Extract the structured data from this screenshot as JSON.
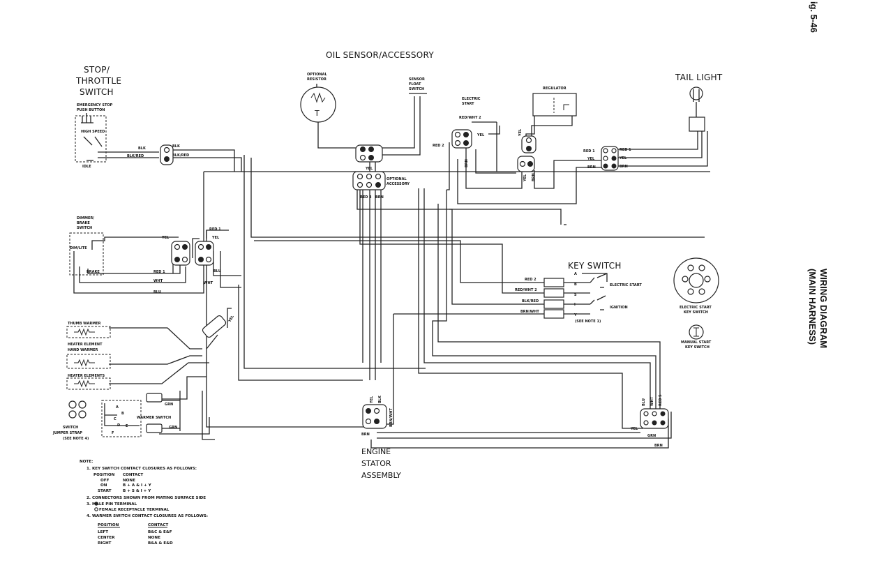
{
  "figure_label": "ig. 5-46",
  "title_line1": "WIRING DIAGRAM",
  "title_line2": "(MAIN HARNESS)",
  "components": {
    "stop_throttle": [
      "STOP/",
      "THROTTLE",
      "SWITCH"
    ],
    "emergency_stop": [
      "EMERGENCY STOP",
      "PUSH BUTTON"
    ],
    "high_speed": "HIGH SPEED",
    "idle": "IDLE",
    "oil_sensor": "OIL SENSOR/ACCESSORY",
    "optional_resistor": [
      "OPTIONAL",
      "RESISTOR"
    ],
    "sensor_float": [
      "SENSOR",
      "FLOAT",
      "SWITCH"
    ],
    "electric_start_top": [
      "ELECTRIC",
      "START"
    ],
    "regulator": "REGULATOR",
    "tail_light": "TAIL LIGHT",
    "optional_accessory": [
      "OPTIONAL",
      "ACCESSORY"
    ],
    "dimmer_brake": [
      "DIMMER/",
      "BRAKE",
      "SWITCH"
    ],
    "dimmer_pos": "DIM/LITE",
    "brake_pos": "BRAKE",
    "key_switch": "KEY SWITCH",
    "key_electric_start": "ELECTRIC START",
    "key_ignition": "IGNITION",
    "see_note_1": "(SEE NOTE 1)",
    "electric_start_key": [
      "ELECTRIC START",
      "KEY SWITCH"
    ],
    "manual_start_key": [
      "MANUAL START",
      "KEY SWITCH"
    ],
    "thumb_warmer": "THUMB WARMER",
    "heater_element_hand": [
      "HEATER ELEMENT",
      "HAND WARMER"
    ],
    "heater_elements": "HEATER ELEMENTS",
    "warmer_switch": "WARMER SWITCH",
    "jumper_strap": [
      "SWITCH",
      "JUMPER STRAP",
      "(SEE NOTE 4)"
    ],
    "engine_stator": [
      "ENGINE",
      "STATOR",
      "ASSEMBLY"
    ],
    "t_symbol": "T"
  },
  "wire_labels": {
    "blk": "BLK",
    "blk_red": "BLK/RED",
    "yel": "YEL",
    "red1": "RED 1",
    "red2": "RED 2",
    "red3": "RED 3",
    "red5": "RED 5",
    "brn": "BRN",
    "blu": "BLU",
    "wht": "WHT",
    "red_wht2": "RED/WHT 2",
    "red_wht": "RED/WHT 2",
    "blk_red_k": "BLK/RED",
    "brn_wht": "BRN/WHT",
    "brn_wht_v": "BRN/WHT",
    "grn": "GRN"
  },
  "key_terminals": [
    "A",
    "B",
    "S",
    "I",
    "Y"
  ],
  "switch_positions": [
    "A",
    "B",
    "C",
    "D",
    "E",
    "F"
  ],
  "notes": {
    "heading": "NOTE:",
    "n1": "1.  KEY SWITCH CONTACT CLOSURES AS FOLLOWS:",
    "n1_header": [
      "POSITION",
      "CONTACT"
    ],
    "n1_rows": [
      [
        "OFF",
        "NONE"
      ],
      [
        "ON",
        "B + A & I + Y"
      ],
      [
        "START",
        "B + S & I + Y"
      ]
    ],
    "n2": "2.  CONNECTORS SHOWN FROM MATING SURFACE SIDE",
    "n3a": "3.  MALE PIN TERMINAL",
    "n3b": "FEMALE RECEPTACLE TERMINAL",
    "n4": "4.  WARMER SWITCH CONTACT CLOSURES AS FOLLOWS:",
    "n4_header": [
      "POSITION",
      "CONTACT"
    ],
    "n4_rows": [
      [
        "LEFT",
        "B&C  &  E&F"
      ],
      [
        "CENTER",
        "NONE"
      ],
      [
        "RIGHT",
        "B&A  &  E&D"
      ]
    ]
  }
}
